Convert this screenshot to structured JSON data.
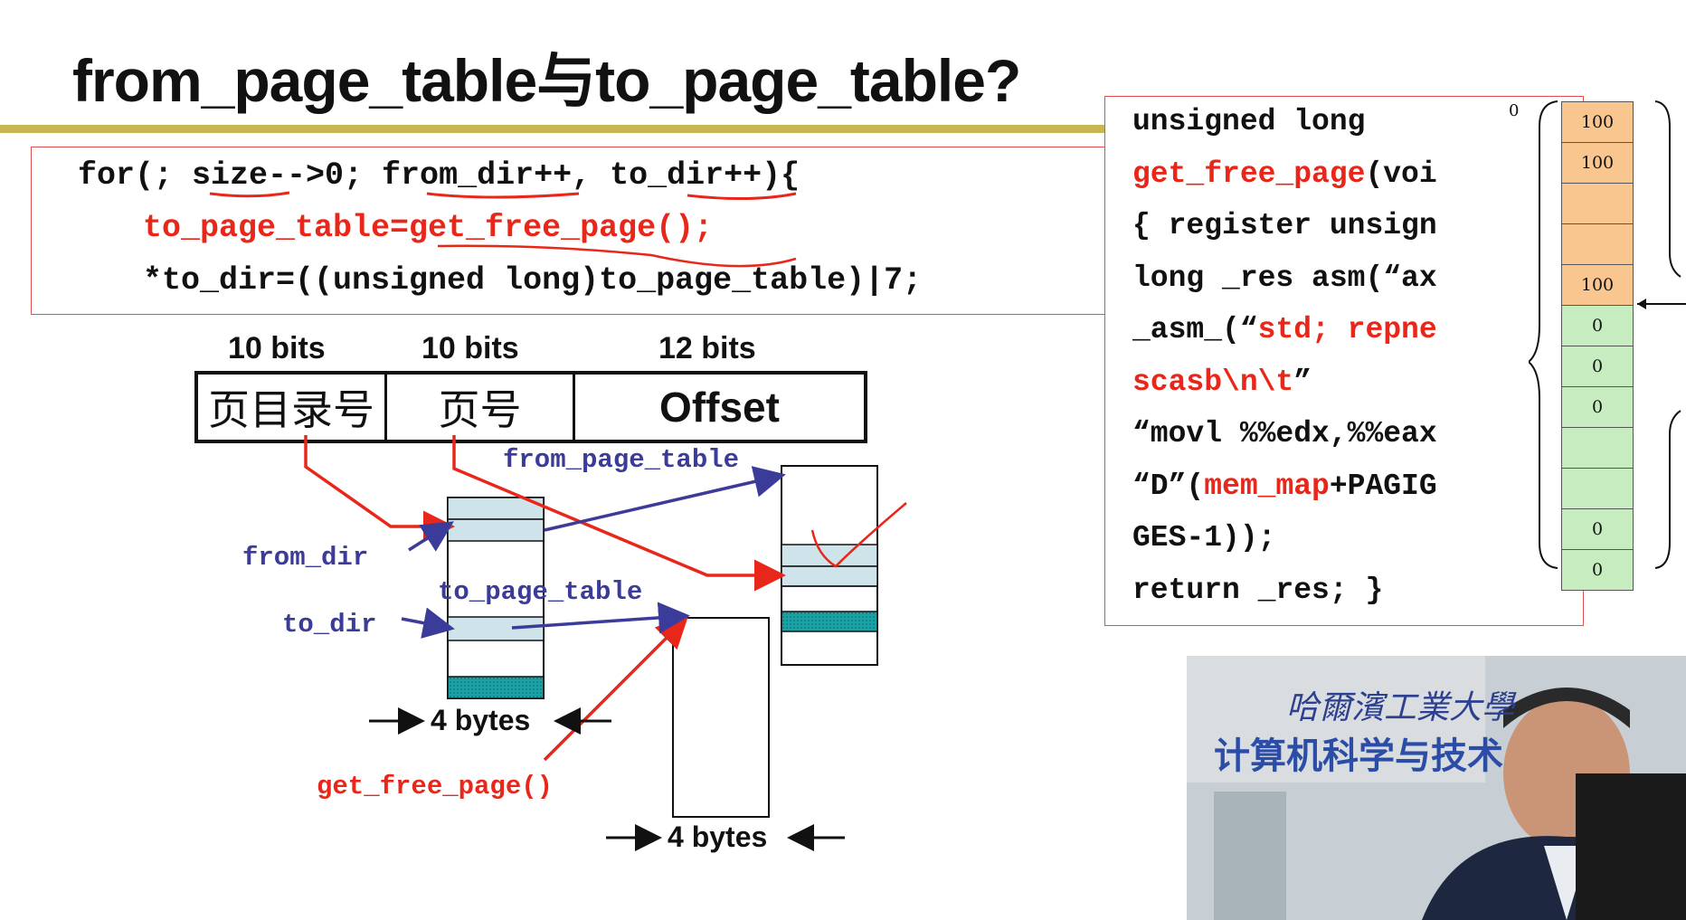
{
  "title": "from_page_table与to_page_table?",
  "code_loop": {
    "line1": "for(; size-->0; from_dir++, to_dir++){",
    "line2": "to_page_table=get_free_page();",
    "line3": "*to_dir=((unsigned long)to_page_table)|7;"
  },
  "get_free_page_code": [
    {
      "parts": [
        {
          "text": "unsigned long",
          "color": "#111111"
        }
      ]
    },
    {
      "parts": [
        {
          "text": "get_free_page",
          "color": "#e8271a"
        },
        {
          "text": "(voi",
          "color": "#111111"
        }
      ]
    },
    {
      "parts": [
        {
          "text": "{ register unsign",
          "color": "#111111"
        }
      ]
    },
    {
      "parts": [
        {
          "text": "long _res asm(“ax",
          "color": "#111111"
        }
      ]
    },
    {
      "parts": [
        {
          "text": "_asm_(“",
          "color": "#111111"
        },
        {
          "text": "std; repne",
          "color": "#e8271a"
        }
      ]
    },
    {
      "parts": [
        {
          "text": "scasb\\n\\t",
          "color": "#e8271a"
        },
        {
          "text": "”",
          "color": "#111111"
        }
      ]
    },
    {
      "parts": [
        {
          "text": "“movl %%edx,%%eax",
          "color": "#111111"
        }
      ]
    },
    {
      "parts": [
        {
          "text": "“D”(",
          "color": "#111111"
        },
        {
          "text": "mem_map",
          "color": "#e8271a"
        },
        {
          "text": "+PAGIG",
          "color": "#111111"
        }
      ]
    },
    {
      "parts": [
        {
          "text": "GES-1));",
          "color": "#111111"
        }
      ]
    },
    {
      "parts": [
        {
          "text": "return _res; }",
          "color": "#111111"
        }
      ]
    }
  ],
  "address_format": {
    "widths": [
      "10 bits",
      "10 bits",
      "12 bits"
    ],
    "fields": [
      "页目录号",
      "页号",
      "Offset"
    ]
  },
  "diagram_labels": {
    "from_page_table": "from_page_table",
    "from_dir": "from_dir",
    "to_page_table": "to_page_table",
    "to_dir": "to_dir",
    "get_free_page": "get_free_page()",
    "bytes_left": "4 bytes",
    "bytes_right": "4 bytes"
  },
  "mem_map": {
    "start_label": "0",
    "cells": [
      "100",
      "100",
      "",
      "",
      "100",
      "0",
      "0",
      "0",
      "",
      "",
      "0",
      "0"
    ]
  },
  "video": {
    "banner_line1": "哈爾濱工業大學",
    "banner_line2": "计算机科学与技术"
  },
  "colors": {
    "accent_red": "#e8271a",
    "label_blue": "#3b3b9a",
    "rule_olive": "#c7b653",
    "mem_orange": "#f9c690",
    "mem_green": "#c6ecc0"
  }
}
